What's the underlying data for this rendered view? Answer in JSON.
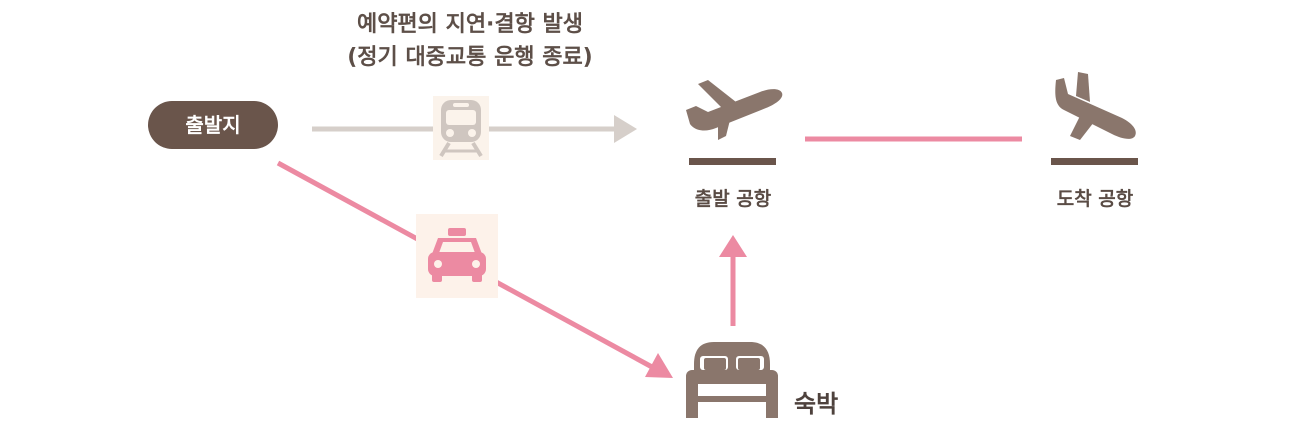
{
  "caption": {
    "line1": "예약편의 지연·결항 발생",
    "line2": "(정기 대중교통 운행 종료)"
  },
  "nodes": {
    "origin": "출발지",
    "departure_airport": "출발 공항",
    "arrival_airport": "도착 공항",
    "lodging": "숙박"
  },
  "icons": {
    "train": "train-icon",
    "taxi": "taxi-icon",
    "departure": "airplane-departure-icon",
    "arrival": "airplane-arrival-icon",
    "bed": "bed-icon"
  },
  "colors": {
    "brown": "#6a554b",
    "pink": "#ec8aa2",
    "gray_line": "#d9d2cd",
    "icon_brown": "#8a766c"
  }
}
